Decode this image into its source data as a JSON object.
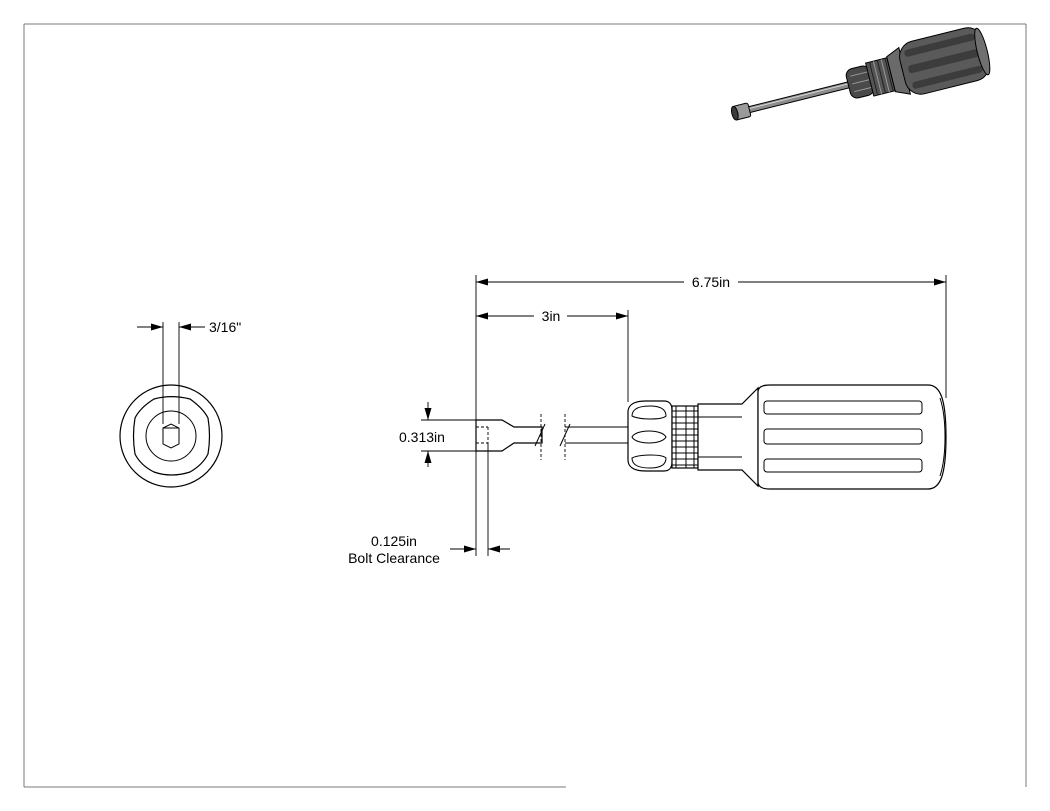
{
  "dimensions": {
    "overall_length": "6.75in",
    "shaft_length": "3in",
    "tip_diameter": "0.313in",
    "bolt_clearance_value": "0.125in",
    "bolt_clearance_label": "Bolt Clearance",
    "hex_size": "3/16\""
  },
  "views": [
    "end-view",
    "side-view",
    "isometric-view"
  ],
  "colors": {
    "line": "#000000",
    "frame": "#7a7a7a",
    "background": "#ffffff"
  }
}
